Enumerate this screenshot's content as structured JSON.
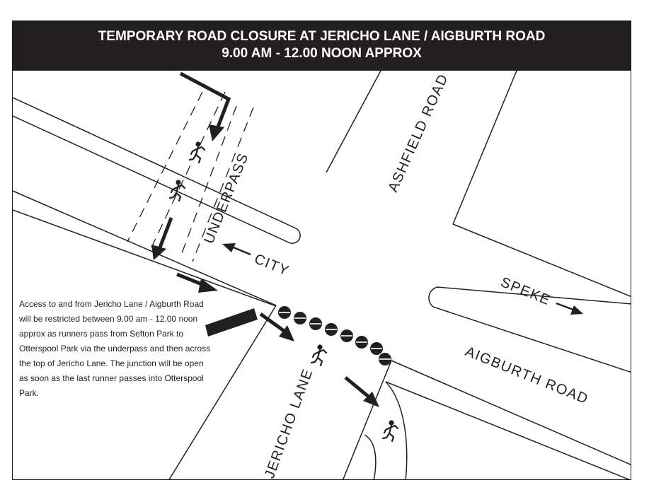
{
  "header": {
    "title_line1": "TEMPORARY ROAD CLOSURE AT JERICHO LANE / AIGBURTH ROAD",
    "title_line2": "9.00 AM - 12.00 NOON APPROX"
  },
  "labels": {
    "ashfield_road": "ASHFIELD ROAD",
    "underpass": "UNDERPASS",
    "city": "CITY",
    "speke": "SPEKE",
    "aigburth_road": "AIGBURTH ROAD",
    "jericho_lane": "JERICHO LANE"
  },
  "notice": {
    "text": "Access to and from Jericho Lane / Aigburth Road will be restricted between 9.00 am - 12.00 noon approx as runners pass from Sefton Park to Otterspool Park via the underpass and then across the top of Jericho Lane. The junction will be open as soon as the last runner passes into Otterspool Park."
  },
  "colors": {
    "ink": "#231f20",
    "header_bg": "#231f20",
    "header_text": "#ffffff"
  },
  "icons": [
    "runner-icon",
    "direction-arrow-icon",
    "road-barrier-icon"
  ]
}
